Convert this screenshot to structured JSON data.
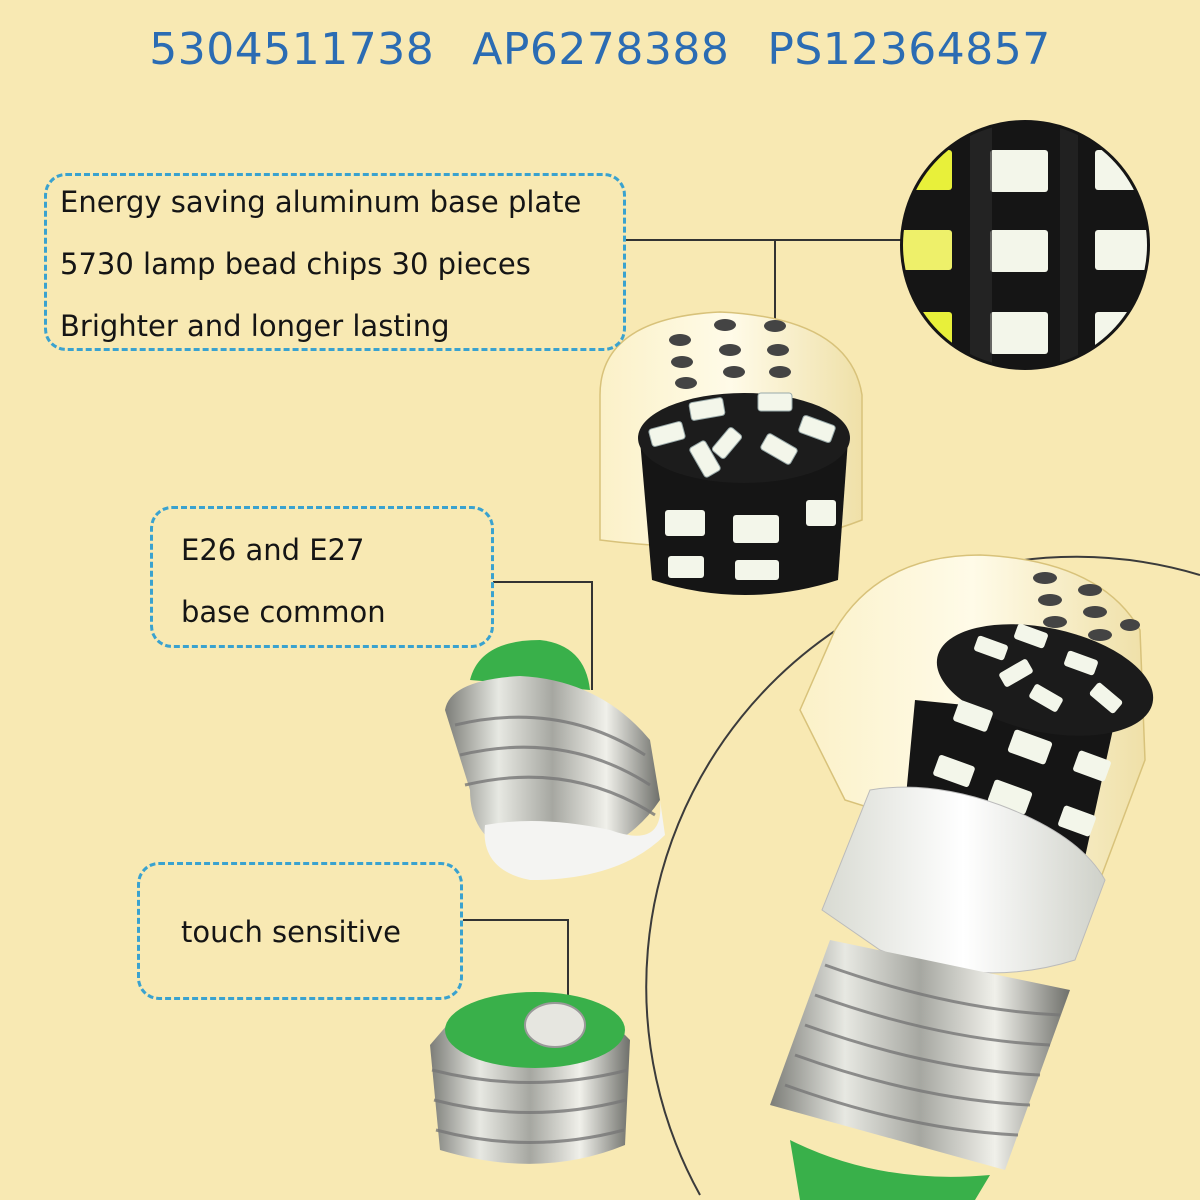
{
  "part_numbers": [
    "5304511738",
    "AP6278388",
    "PS12364857"
  ],
  "callouts": {
    "features": [
      "Energy saving aluminum base plate",
      "5730 lamp bead chips 30 pieces",
      "Brighter and longer lasting"
    ],
    "base": [
      "E26 and E27",
      "base common"
    ],
    "touch": [
      "touch sensitive"
    ]
  },
  "colors": {
    "background": "#f8e9b3",
    "part_number_text": "#2b6cb3",
    "callout_border": "#3aa2cf",
    "led_chip": "#f3f6ea",
    "insulator_green": "#39b04a"
  }
}
